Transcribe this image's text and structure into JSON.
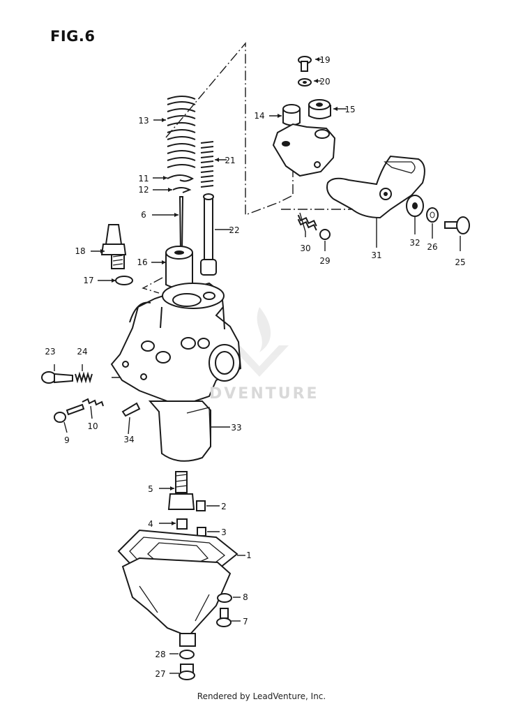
{
  "figure_title": "FIG.6",
  "footer_text": "Rendered by LeadVenture, Inc.",
  "watermark": "DVENTURE",
  "callouts": [
    {
      "id": "c1",
      "label": "1"
    },
    {
      "id": "c2",
      "label": "2"
    },
    {
      "id": "c3",
      "label": "3"
    },
    {
      "id": "c4",
      "label": "4"
    },
    {
      "id": "c5",
      "label": "5"
    },
    {
      "id": "c6",
      "label": "6"
    },
    {
      "id": "c7",
      "label": "7"
    },
    {
      "id": "c8",
      "label": "8"
    },
    {
      "id": "c9",
      "label": "9"
    },
    {
      "id": "c10",
      "label": "10"
    },
    {
      "id": "c11",
      "label": "11"
    },
    {
      "id": "c12",
      "label": "12"
    },
    {
      "id": "c13",
      "label": "13"
    },
    {
      "id": "c14",
      "label": "14"
    },
    {
      "id": "c15",
      "label": "15"
    },
    {
      "id": "c16",
      "label": "16"
    },
    {
      "id": "c17",
      "label": "17"
    },
    {
      "id": "c18",
      "label": "18"
    },
    {
      "id": "c19",
      "label": "19"
    },
    {
      "id": "c20",
      "label": "20"
    },
    {
      "id": "c21",
      "label": "21"
    },
    {
      "id": "c22",
      "label": "22"
    },
    {
      "id": "c23",
      "label": "23"
    },
    {
      "id": "c24",
      "label": "24"
    },
    {
      "id": "c25",
      "label": "25"
    },
    {
      "id": "c26",
      "label": "26"
    },
    {
      "id": "c27",
      "label": "27"
    },
    {
      "id": "c28",
      "label": "28"
    },
    {
      "id": "c29",
      "label": "29"
    },
    {
      "id": "c30",
      "label": "30"
    },
    {
      "id": "c31",
      "label": "31"
    },
    {
      "id": "c32",
      "label": "32"
    },
    {
      "id": "c33",
      "label": "33"
    },
    {
      "id": "c34",
      "label": "34"
    }
  ]
}
